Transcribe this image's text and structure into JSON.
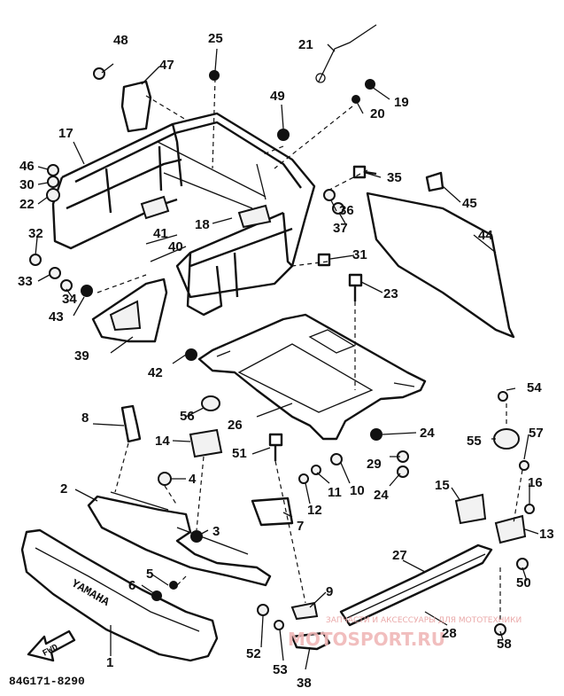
{
  "diagram": {
    "part_number": "84G171-8290",
    "fwd_label": "FWD",
    "brand_text": "YAMAHA",
    "watermark_small": "ЗАПЧАСТИ И АКСЕССУАРЫ ДЛЯ МОТОТЕХНИКИ",
    "watermark_big": "MOTOSPORT.RU",
    "labels": {
      "p1": "1",
      "p2": "2",
      "p3": "3",
      "p4": "4",
      "p5": "5",
      "p6": "6",
      "p7": "7",
      "p8": "8",
      "p9": "9",
      "p10": "10",
      "p11": "11",
      "p12": "12",
      "p13": "13",
      "p14": "14",
      "p15": "15",
      "p16": "16",
      "p17": "17",
      "p18": "18",
      "p19": "19",
      "p20": "20",
      "p21": "21",
      "p22": "22",
      "p23": "23",
      "p24a": "24",
      "p24b": "24",
      "p25": "25",
      "p26": "26",
      "p27": "27",
      "p28": "28",
      "p29": "29",
      "p30": "30",
      "p31": "31",
      "p32": "32",
      "p33": "33",
      "p34": "34",
      "p35": "35",
      "p36": "36",
      "p37": "37",
      "p38": "38",
      "p39": "39",
      "p40": "40",
      "p41": "41",
      "p42": "42",
      "p43": "43",
      "p44": "44",
      "p45": "45",
      "p46": "46",
      "p47": "47",
      "p48": "48",
      "p49": "49",
      "p50": "50",
      "p51": "51",
      "p52": "52",
      "p53": "53",
      "p54": "54",
      "p55": "55",
      "p56": "56",
      "p57": "57",
      "p58": "58"
    }
  }
}
